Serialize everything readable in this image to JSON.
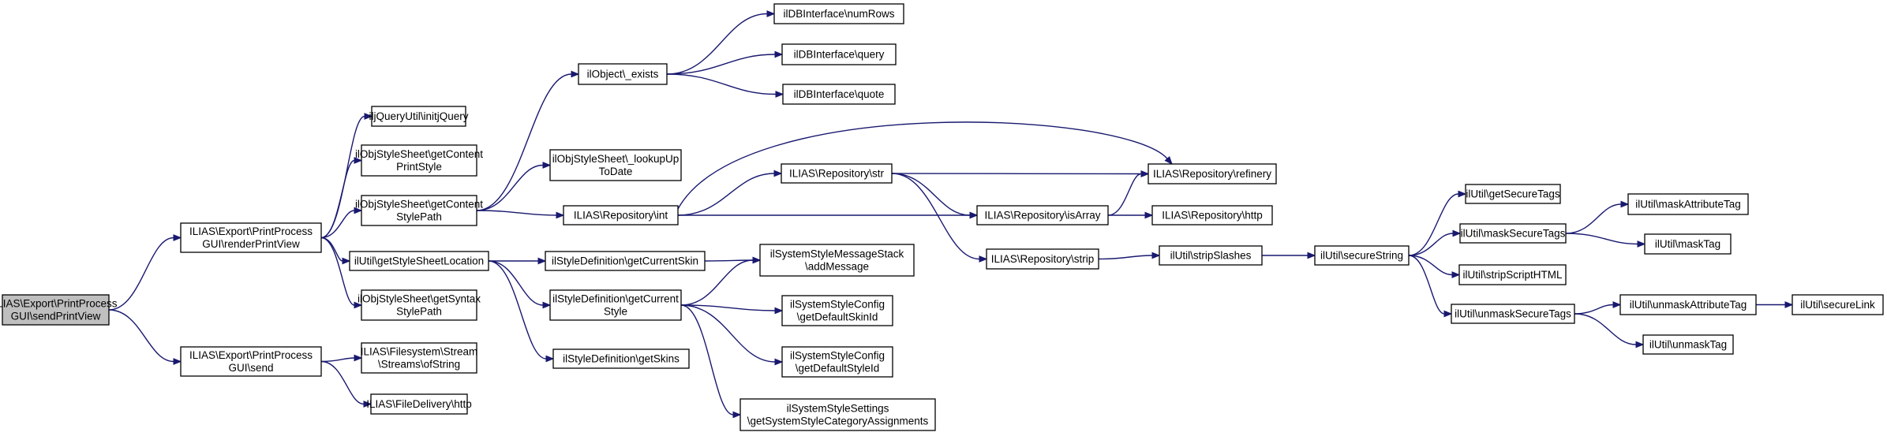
{
  "graph": {
    "title": "",
    "edge_color": "#191970",
    "root_fill": "#bfbfbf",
    "node_fill": "#ffffff",
    "nodes": [
      {
        "id": "sendPrintView",
        "lines": [
          "ILIAS\\Export\\PrintProcess",
          "GUI\\sendPrintView"
        ],
        "root": true
      },
      {
        "id": "renderPrintView",
        "lines": [
          "ILIAS\\Export\\PrintProcess",
          "GUI\\renderPrintView"
        ]
      },
      {
        "id": "send",
        "lines": [
          "ILIAS\\Export\\PrintProcess",
          "GUI\\send"
        ]
      },
      {
        "id": "initjQuery",
        "lines": [
          "iljQueryUtil\\initjQuery"
        ]
      },
      {
        "id": "getContentPrintStyle",
        "lines": [
          "ilObjStyleSheet\\getContent",
          "PrintStyle"
        ]
      },
      {
        "id": "getContentStylePath",
        "lines": [
          "ilObjStyleSheet\\getContent",
          "StylePath"
        ]
      },
      {
        "id": "getStyleSheetLocation",
        "lines": [
          "ilUtil\\getStyleSheetLocation"
        ]
      },
      {
        "id": "getSyntaxStylePath",
        "lines": [
          "ilObjStyleSheet\\getSyntax",
          "StylePath"
        ]
      },
      {
        "id": "ofString",
        "lines": [
          "ILIAS\\Filesystem\\Stream",
          "\\Streams\\ofString"
        ]
      },
      {
        "id": "fileDeliveryHttp",
        "lines": [
          "ILIAS\\FileDelivery\\http"
        ]
      },
      {
        "id": "objExists",
        "lines": [
          "ilObject\\_exists"
        ]
      },
      {
        "id": "lookupUpToDate",
        "lines": [
          "ilObjStyleSheet\\_lookupUp",
          "ToDate"
        ]
      },
      {
        "id": "repoInt",
        "lines": [
          "ILIAS\\Repository\\int"
        ]
      },
      {
        "id": "getCurrentSkin",
        "lines": [
          "ilStyleDefinition\\getCurrentSkin"
        ]
      },
      {
        "id": "getCurrentStyle",
        "lines": [
          "ilStyleDefinition\\getCurrent",
          "Style"
        ]
      },
      {
        "id": "getSkins",
        "lines": [
          "ilStyleDefinition\\getSkins"
        ]
      },
      {
        "id": "numRows",
        "lines": [
          "ilDBInterface\\numRows"
        ]
      },
      {
        "id": "query",
        "lines": [
          "ilDBInterface\\query"
        ]
      },
      {
        "id": "quote",
        "lines": [
          "ilDBInterface\\quote"
        ]
      },
      {
        "id": "repoStr",
        "lines": [
          "ILIAS\\Repository\\str"
        ]
      },
      {
        "id": "repoIsArray",
        "lines": [
          "ILIAS\\Repository\\isArray"
        ]
      },
      {
        "id": "repoStrip",
        "lines": [
          "ILIAS\\Repository\\strip"
        ]
      },
      {
        "id": "repoRefinery",
        "lines": [
          "ILIAS\\Repository\\refinery"
        ]
      },
      {
        "id": "repoHttp",
        "lines": [
          "ILIAS\\Repository\\http"
        ]
      },
      {
        "id": "addMessage",
        "lines": [
          "ilSystemStyleMessageStack",
          "\\addMessage"
        ]
      },
      {
        "id": "getDefaultSkinId",
        "lines": [
          "ilSystemStyleConfig",
          "\\getDefaultSkinId"
        ]
      },
      {
        "id": "getDefaultStyleId",
        "lines": [
          "ilSystemStyleConfig",
          "\\getDefaultStyleId"
        ]
      },
      {
        "id": "getSystemStyleCategoryAssignments",
        "lines": [
          "ilSystemStyleSettings",
          "\\getSystemStyleCategoryAssignments"
        ]
      },
      {
        "id": "stripSlashes",
        "lines": [
          "ilUtil\\stripSlashes"
        ]
      },
      {
        "id": "secureString",
        "lines": [
          "ilUtil\\secureString"
        ]
      },
      {
        "id": "getSecureTags",
        "lines": [
          "ilUtil\\getSecureTags"
        ]
      },
      {
        "id": "maskSecureTags",
        "lines": [
          "ilUtil\\maskSecureTags"
        ]
      },
      {
        "id": "stripScriptHTML",
        "lines": [
          "ilUtil\\stripScriptHTML"
        ]
      },
      {
        "id": "unmaskSecureTags",
        "lines": [
          "ilUtil\\unmaskSecureTags"
        ]
      },
      {
        "id": "maskAttributeTag",
        "lines": [
          "ilUtil\\maskAttributeTag"
        ]
      },
      {
        "id": "maskTag",
        "lines": [
          "ilUtil\\maskTag"
        ]
      },
      {
        "id": "unmaskAttributeTag",
        "lines": [
          "ilUtil\\unmaskAttributeTag"
        ]
      },
      {
        "id": "unmaskTag",
        "lines": [
          "ilUtil\\unmaskTag"
        ]
      },
      {
        "id": "secureLink",
        "lines": [
          "ilUtil\\secureLink"
        ]
      }
    ],
    "edges": [
      [
        "sendPrintView",
        "renderPrintView"
      ],
      [
        "sendPrintView",
        "send"
      ],
      [
        "renderPrintView",
        "initjQuery"
      ],
      [
        "renderPrintView",
        "getContentPrintStyle"
      ],
      [
        "renderPrintView",
        "getContentStylePath"
      ],
      [
        "renderPrintView",
        "getStyleSheetLocation"
      ],
      [
        "renderPrintView",
        "getSyntaxStylePath"
      ],
      [
        "send",
        "ofString"
      ],
      [
        "send",
        "fileDeliveryHttp"
      ],
      [
        "getContentStylePath",
        "objExists"
      ],
      [
        "getContentStylePath",
        "lookupUpToDate"
      ],
      [
        "getContentStylePath",
        "repoInt"
      ],
      [
        "getStyleSheetLocation",
        "getCurrentSkin"
      ],
      [
        "getStyleSheetLocation",
        "getCurrentStyle"
      ],
      [
        "getStyleSheetLocation",
        "getSkins"
      ],
      [
        "objExists",
        "numRows"
      ],
      [
        "objExists",
        "query"
      ],
      [
        "objExists",
        "quote"
      ],
      [
        "repoInt",
        "repoStr"
      ],
      [
        "repoInt",
        "repoIsArray"
      ],
      [
        "repoInt",
        "repoRefinery"
      ],
      [
        "repoStr",
        "repoRefinery"
      ],
      [
        "repoStr",
        "repoIsArray"
      ],
      [
        "repoStr",
        "repoStrip"
      ],
      [
        "repoIsArray",
        "repoRefinery"
      ],
      [
        "repoIsArray",
        "repoHttp"
      ],
      [
        "repoStrip",
        "stripSlashes"
      ],
      [
        "getCurrentSkin",
        "addMessage"
      ],
      [
        "getCurrentStyle",
        "addMessage"
      ],
      [
        "getCurrentStyle",
        "getDefaultSkinId"
      ],
      [
        "getCurrentStyle",
        "getDefaultStyleId"
      ],
      [
        "getCurrentStyle",
        "getSystemStyleCategoryAssignments"
      ],
      [
        "stripSlashes",
        "secureString"
      ],
      [
        "secureString",
        "getSecureTags"
      ],
      [
        "secureString",
        "maskSecureTags"
      ],
      [
        "secureString",
        "stripScriptHTML"
      ],
      [
        "secureString",
        "unmaskSecureTags"
      ],
      [
        "maskSecureTags",
        "maskAttributeTag"
      ],
      [
        "maskSecureTags",
        "maskTag"
      ],
      [
        "unmaskSecureTags",
        "unmaskAttributeTag"
      ],
      [
        "unmaskSecureTags",
        "unmaskTag"
      ],
      [
        "unmaskAttributeTag",
        "secureLink"
      ]
    ]
  }
}
